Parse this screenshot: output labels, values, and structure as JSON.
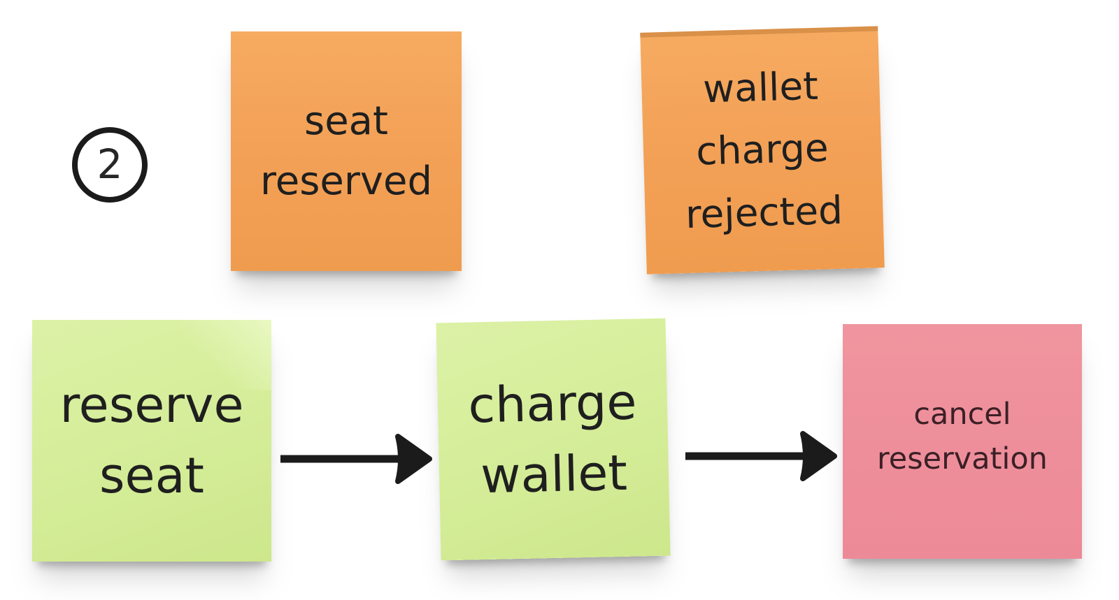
{
  "badge": {
    "number": "2"
  },
  "notes": [
    {
      "id": "seat-reserved",
      "label": "seat\nreserved",
      "color": "#f3a157"
    },
    {
      "id": "wallet-charge-rejected",
      "label": "wallet\ncharge\nrejected",
      "color": "#f3a157"
    },
    {
      "id": "reserve-seat",
      "label": "reserve\nseat",
      "color": "#d6ee9b"
    },
    {
      "id": "charge-wallet",
      "label": "charge\nwallet",
      "color": "#d6ee9b"
    },
    {
      "id": "cancel-reservation",
      "label": "cancel\nreservation",
      "color": "#ee8e9b"
    }
  ],
  "connections": [
    {
      "from": "reserve-seat",
      "to": "charge-wallet"
    },
    {
      "from": "charge-wallet",
      "to": "cancel-reservation"
    }
  ],
  "colors": {
    "background": "#ffffff",
    "orange_note": "#f3a157",
    "green_note": "#d6ee9b",
    "pink_note": "#ee8e9b",
    "arrow": "#1b1b1b",
    "badge_outline": "#1b1b1b",
    "note_text": "#1f1f1f",
    "pink_note_text": "#3b2026"
  }
}
